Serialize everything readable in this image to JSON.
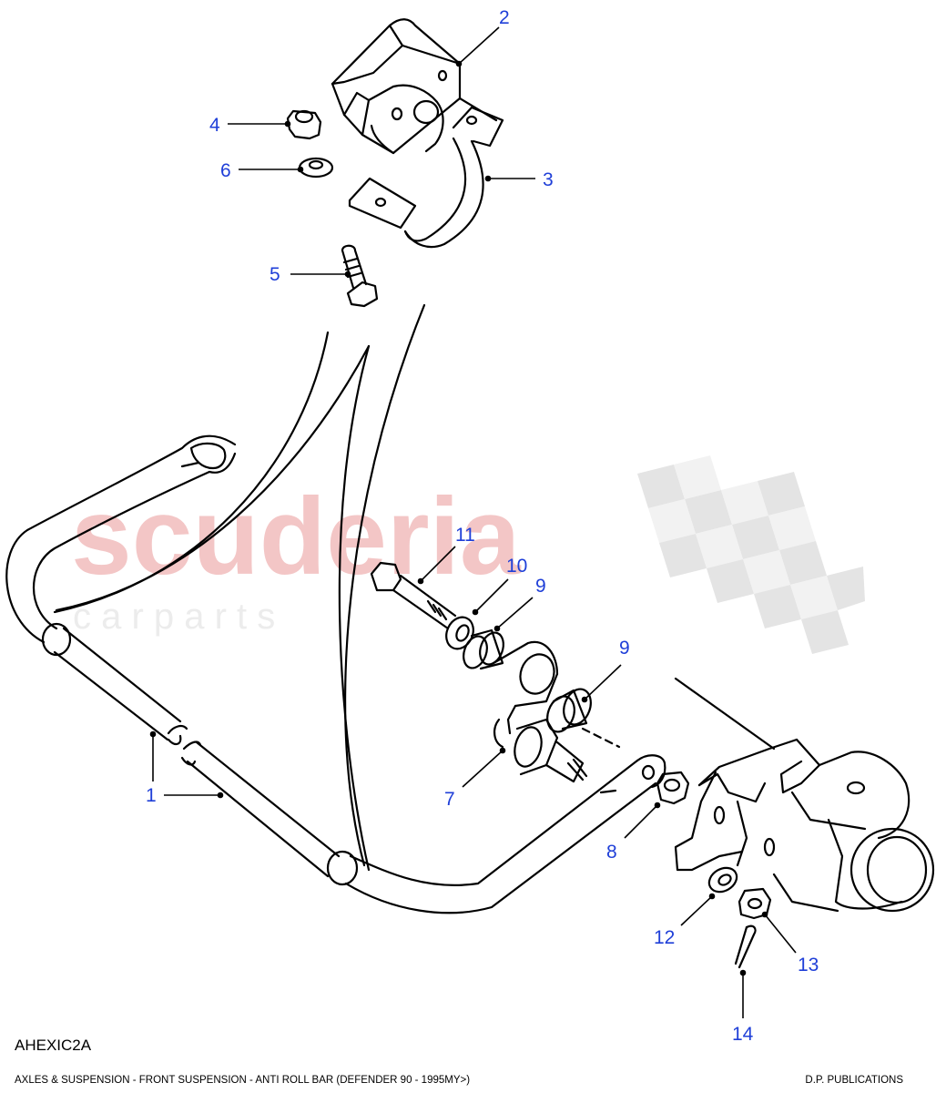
{
  "watermark": {
    "brand": "scuderia",
    "sub": "c a r p a r t s"
  },
  "diagram_code": "AHEXIC2A",
  "caption": "AXLES & SUSPENSION - FRONT SUSPENSION - ANTI ROLL BAR  (DEFENDER 90 - 1995MY>)",
  "publisher": "D.P. PUBLICATIONS",
  "callouts": [
    {
      "id": "c1",
      "text": "1"
    },
    {
      "id": "c2",
      "text": "2"
    },
    {
      "id": "c3",
      "text": "3"
    },
    {
      "id": "c4",
      "text": "4"
    },
    {
      "id": "c5",
      "text": "5"
    },
    {
      "id": "c6",
      "text": "6"
    },
    {
      "id": "c7",
      "text": "7"
    },
    {
      "id": "c8",
      "text": "8"
    },
    {
      "id": "c9a",
      "text": "9"
    },
    {
      "id": "c9b",
      "text": "9"
    },
    {
      "id": "c10",
      "text": "10"
    },
    {
      "id": "c11",
      "text": "11"
    },
    {
      "id": "c12",
      "text": "12"
    },
    {
      "id": "c13",
      "text": "13"
    },
    {
      "id": "c14",
      "text": "14"
    }
  ],
  "colors": {
    "callout": "#1f3fd8",
    "line": "#000000",
    "watermark": "#f3c6c6"
  }
}
